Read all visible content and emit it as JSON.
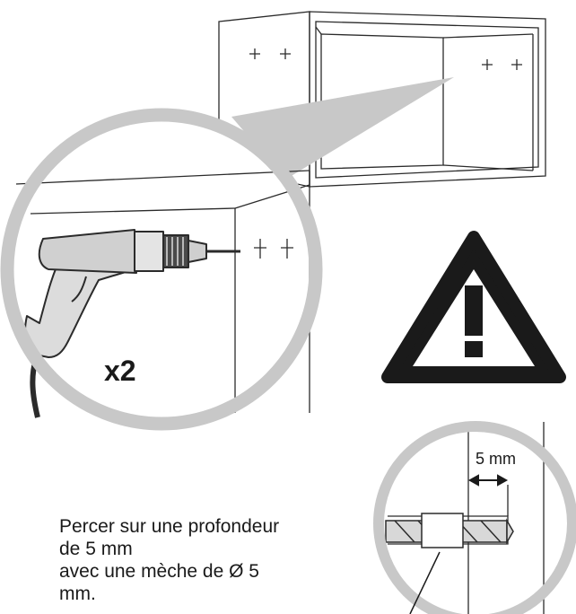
{
  "diagram": {
    "quantity_label": "x2",
    "depth_label": "5 mm",
    "instruction_lines": [
      "Percer sur une profondeur",
      "de 5 mm",
      "avec une mèche de Ø 5",
      "mm."
    ]
  },
  "colors": {
    "line": "#2b2b2b",
    "magnifier_ring": "#c8c8c8",
    "warning": "#1a1a1a",
    "background": "#ffffff"
  },
  "icons": [
    "warning-triangle-icon",
    "drill-icon"
  ]
}
